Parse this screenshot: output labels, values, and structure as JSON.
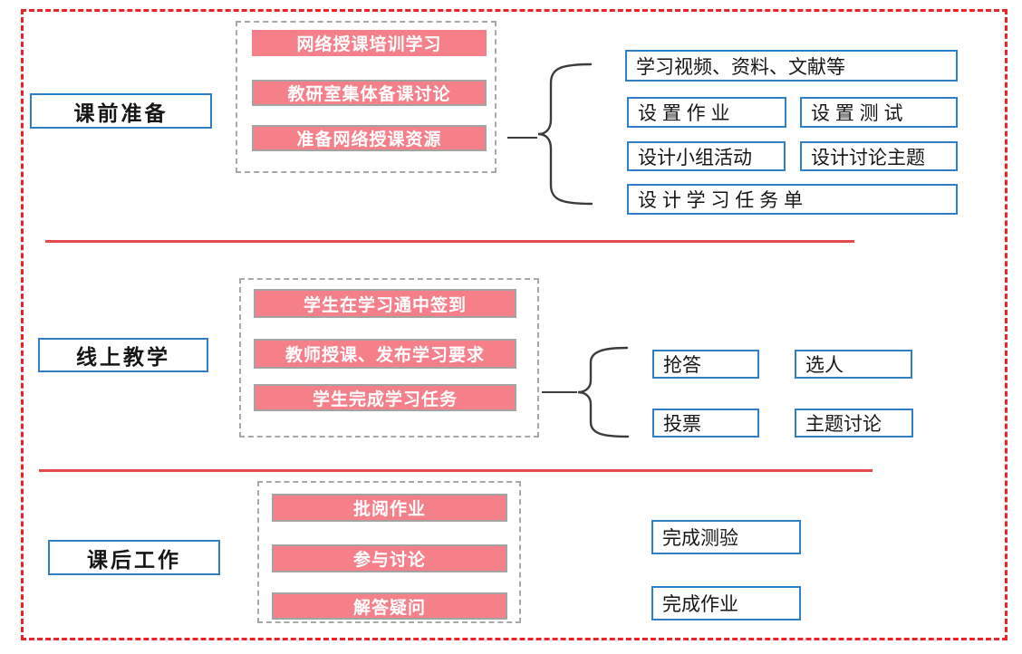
{
  "colors": {
    "outer_border_red": "#EC2227",
    "divider_red": "#E6494C",
    "pink_fill": "#F5808A",
    "pink_text": "#FFFFFF",
    "gray_box_border": "#A3A3A3",
    "gray_dashed_border": "#A8A8A8",
    "blue_border": "#2E7FC4",
    "brace_black": "#3C3C3C",
    "text_black": "#161616"
  },
  "sections": {
    "pre_class": {
      "label": "课前准备",
      "steps": [
        "网络授课培训学习",
        "教研室集体备课讨论",
        "准备网络授课资源"
      ],
      "resources": [
        "学习视频、资料、文献等",
        "设 置 作 业",
        "设 置 测 试",
        "设计小组活动",
        "设计讨论主题",
        "设 计 学 习 任 务 单"
      ]
    },
    "online": {
      "label": "线上教学",
      "steps": [
        "学生在学习通中签到",
        "教师授课、发布学习要求",
        "学生完成学习任务"
      ],
      "activities": [
        "抢答",
        "选人",
        "投票",
        "主题讨论"
      ]
    },
    "post_class": {
      "label": "课后工作",
      "steps": [
        "批阅作业",
        "参与讨论",
        "解答疑问"
      ],
      "tasks": [
        "完成测验",
        "完成作业"
      ]
    }
  }
}
